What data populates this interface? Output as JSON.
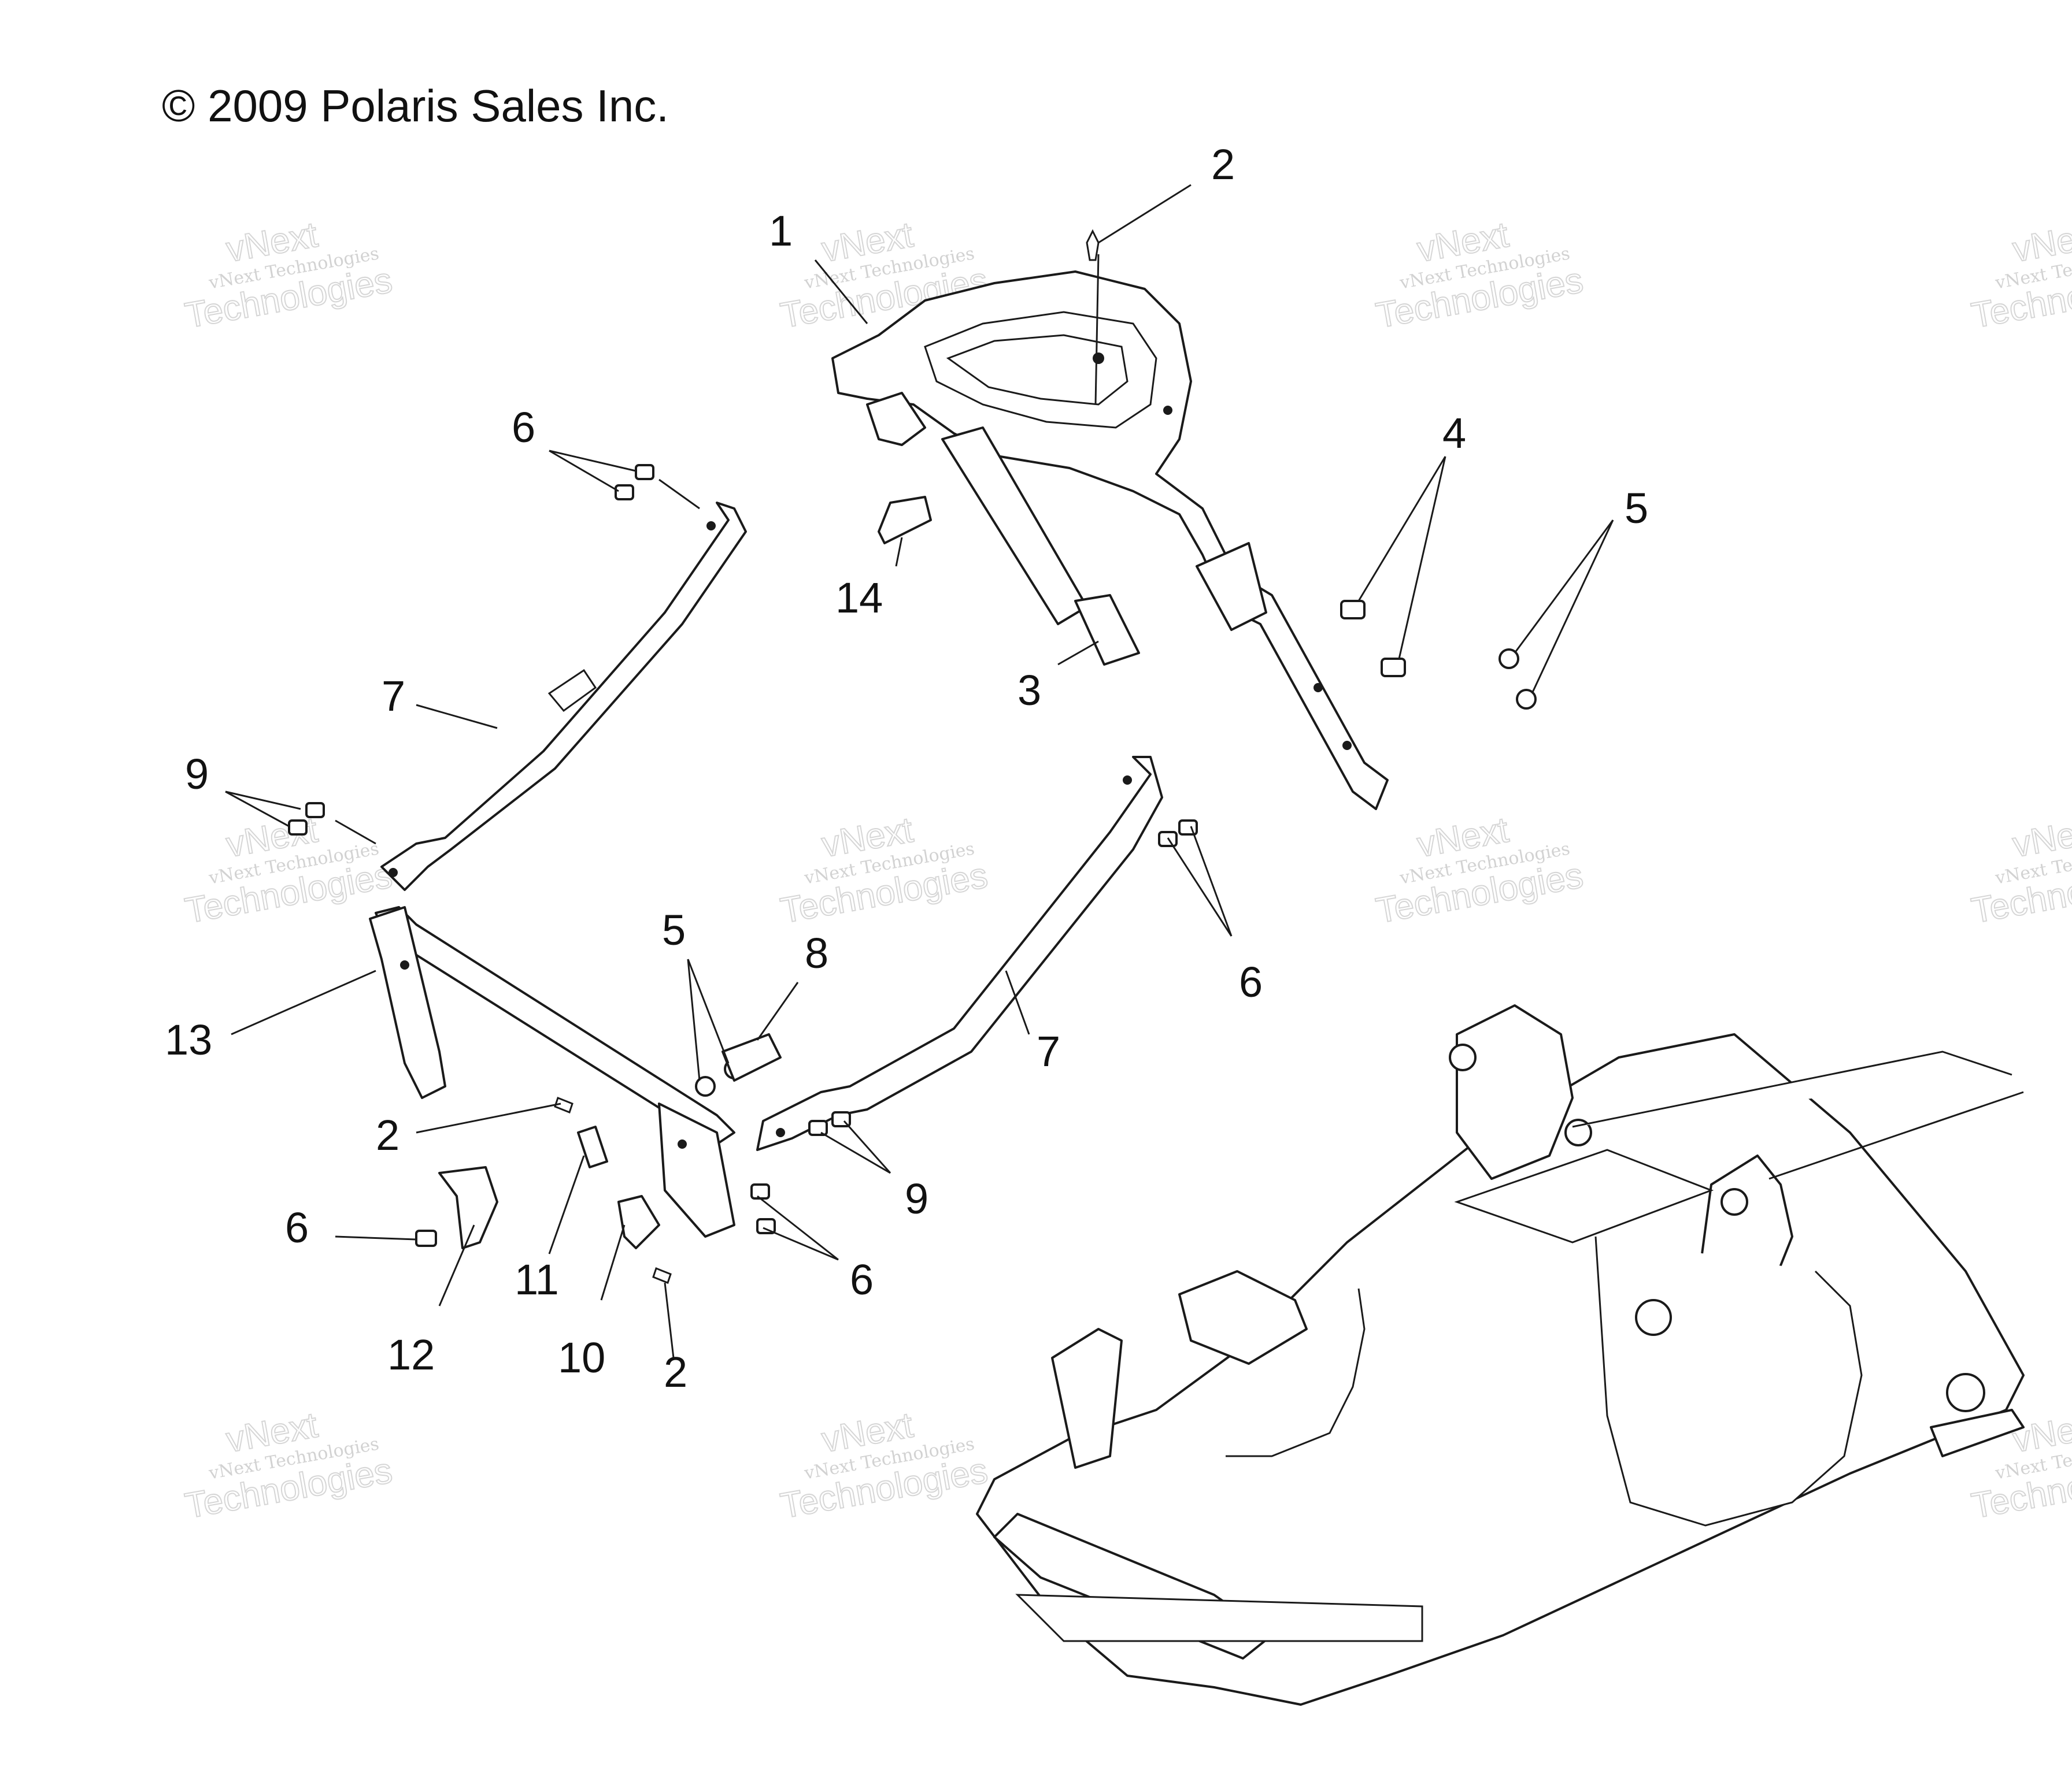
{
  "diagram": {
    "copyright": "© 2009 Polaris Sales Inc.",
    "watermark": {
      "line1": "vNext Technologies",
      "line2": "vNext",
      "line3": "Technologies"
    },
    "callouts": [
      {
        "id": "c1",
        "label": "1"
      },
      {
        "id": "c2a",
        "label": "2"
      },
      {
        "id": "c2b",
        "label": "2"
      },
      {
        "id": "c2c",
        "label": "2"
      },
      {
        "id": "c3",
        "label": "3"
      },
      {
        "id": "c4",
        "label": "4"
      },
      {
        "id": "c5a",
        "label": "5"
      },
      {
        "id": "c5b",
        "label": "5"
      },
      {
        "id": "c6a",
        "label": "6"
      },
      {
        "id": "c6b",
        "label": "6"
      },
      {
        "id": "c6c",
        "label": "6"
      },
      {
        "id": "c6d",
        "label": "6"
      },
      {
        "id": "c7a",
        "label": "7"
      },
      {
        "id": "c7b",
        "label": "7"
      },
      {
        "id": "c8",
        "label": "8"
      },
      {
        "id": "c9a",
        "label": "9"
      },
      {
        "id": "c9b",
        "label": "9"
      },
      {
        "id": "c10",
        "label": "10"
      },
      {
        "id": "c11",
        "label": "11"
      },
      {
        "id": "c12",
        "label": "12"
      },
      {
        "id": "c13",
        "label": "13"
      },
      {
        "id": "c14",
        "label": "14"
      }
    ]
  }
}
